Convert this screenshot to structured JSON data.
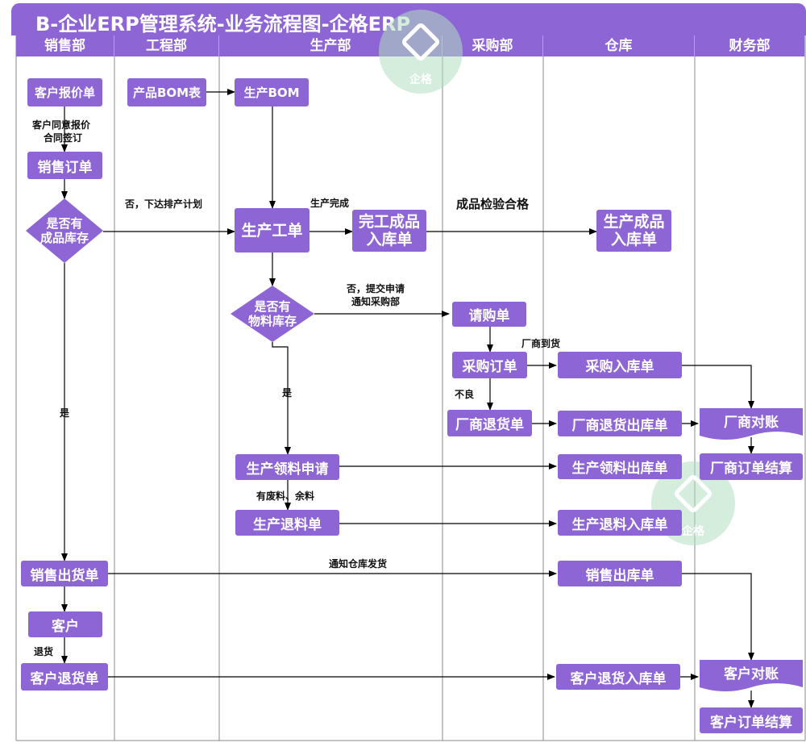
{
  "title": "B-企业ERP管理系统-业务流程图-企格ERP",
  "lanes": [
    "销售部",
    "工程部",
    "生产部",
    "采购部",
    "仓库",
    "财务部"
  ],
  "nodes": {
    "customer_quote": "客户报价单",
    "sales_order": "销售订单",
    "has_stock_1": "是否有",
    "has_stock_2": "成品库存",
    "sales_ship": "销售出货单",
    "customer": "客户",
    "customer_return": "客户退货单",
    "product_bom": "产品BOM表",
    "prod_bom": "生产BOM",
    "work_order": "生产工单",
    "has_material_1": "是否有",
    "has_material_2": "物料库存",
    "finished_in_1": "完工成品",
    "finished_in_2": "入库单",
    "material_req": "生产领料申请",
    "material_return": "生产退料单",
    "purchase_req": "请购单",
    "purchase_order": "采购订单",
    "vendor_return": "厂商退货单",
    "prod_in_1": "生产成品",
    "prod_in_2": "入库单",
    "purchase_in": "采购入库单",
    "vendor_return_out": "厂商退货出库单",
    "material_out": "生产领料出库单",
    "material_return_in": "生产退料入库单",
    "sales_out": "销售出库单",
    "customer_return_in": "客户退货入库单",
    "vendor_recon": "厂商对账",
    "vendor_settle": "厂商订单结算",
    "customer_recon": "客户对账",
    "customer_settle": "客户订单结算"
  },
  "edge_labels": {
    "quote_agree_1": "客户同意报价",
    "quote_agree_2": "合同签订",
    "no_plan": "否，下达排产计划",
    "prod_done": "生产完成",
    "qc_pass": "成品检验合格",
    "no_submit_1": "否，提交申请",
    "no_submit_2": "通知采购部",
    "vendor_arrive": "厂商到货",
    "defective": "不良",
    "yes_material": "是",
    "yes_stock": "是",
    "scrap": "有废料、余料",
    "notify_ship": "通知仓库发货",
    "returned": "退货"
  },
  "watermark": "企格",
  "colors": {
    "accent": "#8e65d4",
    "line": "#000000",
    "grid": "#888888",
    "watermark": "#b0dec0"
  }
}
